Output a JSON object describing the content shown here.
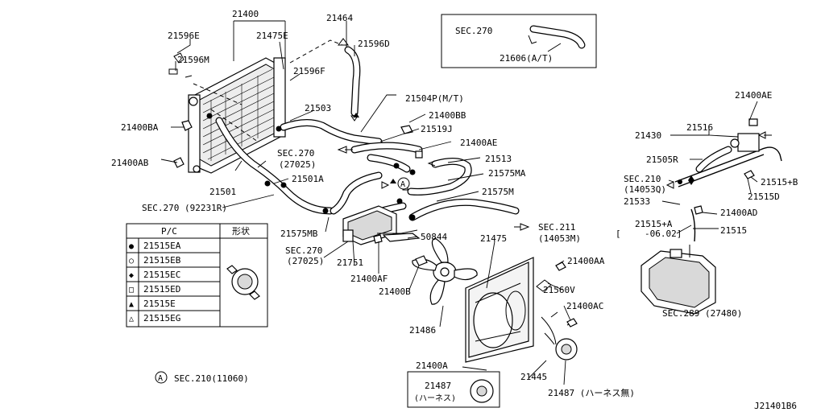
{
  "labels": {
    "p21400": "21400",
    "p21596E": "21596E",
    "p21475E": "21475E",
    "p21464": "21464",
    "p21596D": "21596D",
    "p21596M": "21596M",
    "p21596F": "21596F",
    "p21503": "21503",
    "p21504P": "21504P(M/T)",
    "p21400BB": "21400BB",
    "p21519J": "21519J",
    "p21400BA": "21400BA",
    "p21400AE_mid": "21400AE",
    "p21513": "21513",
    "p21400AB": "21400AB",
    "sec270_27025a_1": "SEC.270",
    "sec270_27025a_2": "(27025)",
    "p21501A": "21501A",
    "p21575MA": "21575MA",
    "p21501": "21501",
    "sec270_92231R": "SEC.270 (92231R)",
    "p21575M": "21575M",
    "sec211_1": "SEC.211",
    "sec211_2": "(14053M)",
    "p21575MB": "21575MB",
    "p50844": "50844",
    "sec270_27025b_1": "SEC.270",
    "sec270_27025b_2": "(27025)",
    "p21751": "21751",
    "p21400AF": "21400AF",
    "p21400B": "21400B",
    "p21475": "21475",
    "p21400AA": "21400AA",
    "p21560V": "21560V",
    "p21400AC": "21400AC",
    "p21486": "21486",
    "p21400A": "21400A",
    "p21445": "21445",
    "p21487a_1": "21487",
    "p21487a_2": "(ハーネス)",
    "p21487b": "21487 (ハーネス無)",
    "sec270_top": "SEC.270",
    "p21606": "21606(A/T)",
    "p21400AE_right": "21400AE",
    "p21430": "21430",
    "p21516": "21516",
    "p21505R": "21505R",
    "sec210_1": "SEC.210",
    "sec210_2": "(14053Q)",
    "p21515B": "21515+B",
    "p21515D": "21515D",
    "p21533": "21533",
    "p21400AD": "21400AD",
    "p21515A_1": "21515+A",
    "p21515A_2": "-06.02]",
    "p21515": "21515",
    "bracket_open": "[",
    "sec289": "SEC.289 (27480)",
    "callout_A": "A",
    "footnote_A_letter": "A",
    "footnote_A_text": "SEC.210(11060)",
    "diagram_id": "J21401B6"
  },
  "legend": {
    "header_pc": "P/C",
    "header_shape": "形状",
    "rows": [
      {
        "symbol": "●",
        "code": "21515EA"
      },
      {
        "symbol": "○",
        "code": "21515EB"
      },
      {
        "symbol": "◆",
        "code": "21515EC"
      },
      {
        "symbol": "□",
        "code": "21515ED"
      },
      {
        "symbol": "▲",
        "code": "21515E"
      },
      {
        "symbol": "△",
        "code": "21515EG"
      }
    ]
  }
}
